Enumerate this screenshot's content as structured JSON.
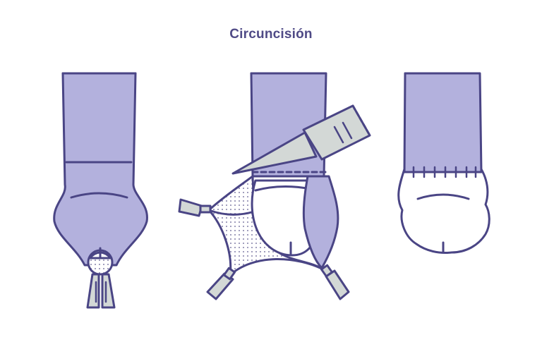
{
  "title": "Circuncisión",
  "colors": {
    "outline": "#4a4585",
    "fill": "#b3b1dd",
    "tool": "#d3d8d6",
    "white": "#ffffff",
    "dots": "#5e5a8e"
  },
  "panels": [
    {
      "id": "panel-before",
      "depicts": "clamped-foreskin"
    },
    {
      "id": "panel-incision",
      "depicts": "scalpel-cut-with-retracted-foreskin"
    },
    {
      "id": "panel-after",
      "depicts": "sutured-result"
    }
  ]
}
